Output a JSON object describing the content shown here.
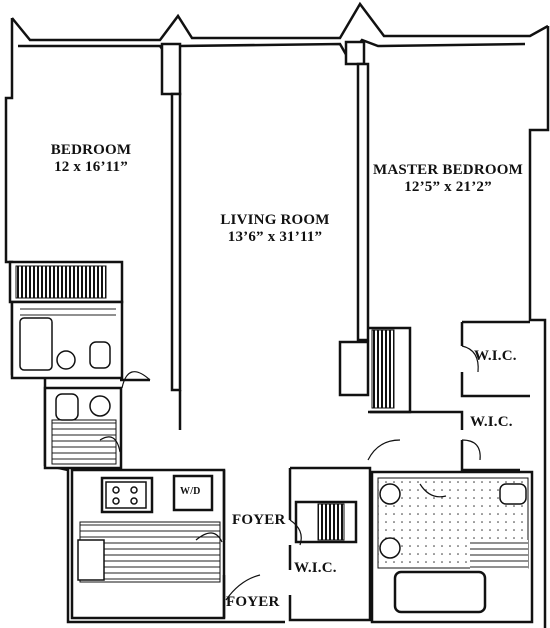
{
  "rooms": {
    "bedroom": {
      "name": "BEDROOM",
      "dims": "12 x 16’11”"
    },
    "living_room": {
      "name": "LIVING ROOM",
      "dims": "13’6” x 31’11”"
    },
    "master_bedroom": {
      "name": "MASTER BEDROOM",
      "dims": "12’5” x 21’2”"
    },
    "wic_1": {
      "name": "W.I.C."
    },
    "wic_2": {
      "name": "W.I.C."
    },
    "foyer_1": {
      "name": "FOYER"
    },
    "foyer_2": {
      "name": "FOYER"
    },
    "wic_3": {
      "name": "W.I.C."
    }
  },
  "fixtures": {
    "washer_dryer": "W/D"
  }
}
